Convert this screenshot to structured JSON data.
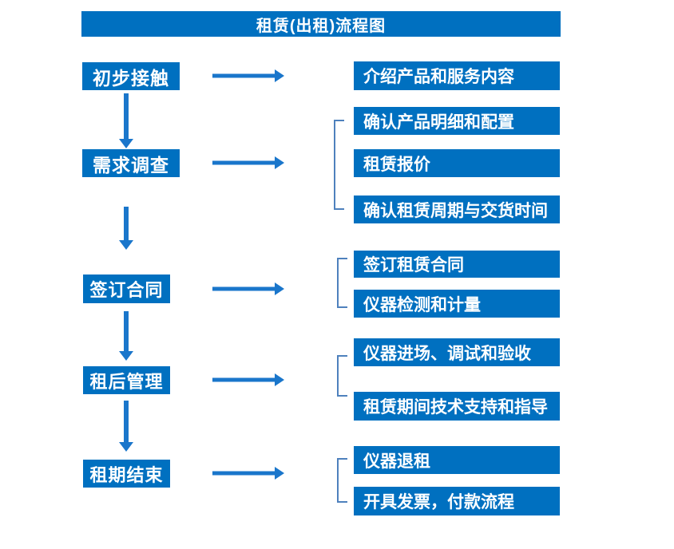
{
  "title": "租赁(出租)流程图",
  "colors": {
    "box": "#0070c0",
    "arrow": "#1a76cb",
    "bracket": "#4e81bd",
    "text": "#ffffff",
    "background": "#ffffff"
  },
  "stages": [
    {
      "label": "初步接触",
      "outputs": [
        "介绍产品和服务内容"
      ]
    },
    {
      "label": "需求调查",
      "outputs": [
        "确认产品明细和配置",
        "租赁报价",
        "确认租赁周期与交货时间"
      ]
    },
    {
      "label": "签订合同",
      "outputs": [
        "签订租赁合同",
        "仪器检测和计量"
      ]
    },
    {
      "label": "租后管理",
      "outputs": [
        "仪器进场、调试和验收",
        "租赁期间技术支持和指导"
      ]
    },
    {
      "label": "租期结束",
      "outputs": [
        "仪器退租",
        "开具发票，付款流程"
      ]
    }
  ]
}
